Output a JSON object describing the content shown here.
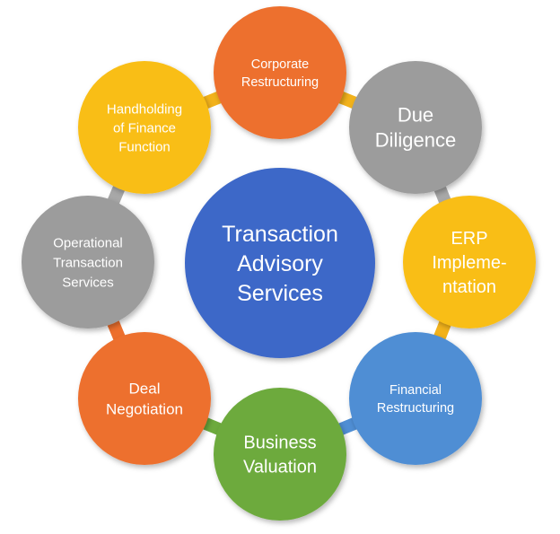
{
  "diagram": {
    "center": {
      "lines": [
        "Transaction",
        "Advisory",
        "Services"
      ],
      "color": "#3E68C8"
    },
    "nodes": [
      {
        "id": "corporate-restructuring",
        "lines": [
          "Corporate",
          "Restructuring"
        ],
        "color": "#ED6F2D"
      },
      {
        "id": "due-diligence",
        "lines": [
          "Due",
          "Diligence"
        ],
        "color": "#9C9C9C"
      },
      {
        "id": "erp-implementation",
        "lines": [
          "ERP",
          "Impleme-",
          "ntation"
        ],
        "color": "#F9BE19"
      },
      {
        "id": "financial-restructuring",
        "lines": [
          "Financial",
          "Restructuring"
        ],
        "color": "#4F8ED4"
      },
      {
        "id": "business-valuation",
        "lines": [
          "Business",
          "Valuation"
        ],
        "color": "#6DAA3D"
      },
      {
        "id": "deal-negotiation",
        "lines": [
          "Deal",
          "Negotiation"
        ],
        "color": "#ED6F2D"
      },
      {
        "id": "operational-transaction-services",
        "lines": [
          "Operational",
          "Transaction",
          "Services"
        ],
        "color": "#9C9C9C"
      },
      {
        "id": "handholding-of-finance-function",
        "lines": [
          "Handholding",
          "of Finance",
          "Function"
        ],
        "color": "#F9BE19"
      }
    ],
    "connectors": [
      {
        "from": "corporate-restructuring",
        "to": "due-diligence",
        "color": "#F2B21B"
      },
      {
        "from": "due-diligence",
        "to": "erp-implementation",
        "color": "#A8A8A8"
      },
      {
        "from": "erp-implementation",
        "to": "financial-restructuring",
        "color": "#F2B21B"
      },
      {
        "from": "financial-restructuring",
        "to": "business-valuation",
        "color": "#4F8ED4"
      },
      {
        "from": "business-valuation",
        "to": "deal-negotiation",
        "color": "#6DAA3D"
      },
      {
        "from": "deal-negotiation",
        "to": "operational-transaction-services",
        "color": "#ED6F2D"
      },
      {
        "from": "operational-transaction-services",
        "to": "handholding-of-finance-function",
        "color": "#A8A8A8"
      },
      {
        "from": "handholding-of-finance-function",
        "to": "corporate-restructuring",
        "color": "#F2B21B"
      }
    ]
  }
}
